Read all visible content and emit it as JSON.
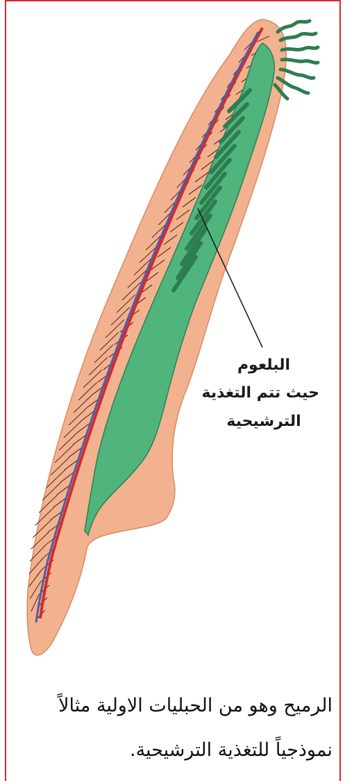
{
  "figure": {
    "label_lines": [
      "البلعوم",
      "حيث تتم التغذية",
      "الترشيحية"
    ]
  },
  "caption": {
    "line_1": "الرميح وهو من الحبليات الاولية مثالاً",
    "line_2": "نموذجياً للتغذية الترشيحية."
  },
  "colors": {
    "frame": "#d9262e",
    "body_skin": "#f2b28f",
    "pharynx_green": "#4fb57d",
    "dark_green": "#2e7d4f",
    "dorsal_red_vessel": "#d42a2a",
    "notochord_blue": "#4a5fa8",
    "muscle_hatching": "#5a2e1e"
  }
}
